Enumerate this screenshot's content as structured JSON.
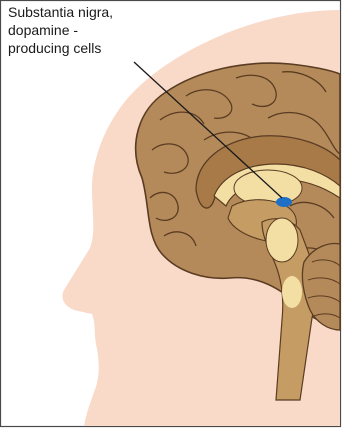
{
  "annotation": {
    "lines": [
      "Substantia nigra,",
      "dopamine -",
      "producing cells"
    ]
  },
  "colors": {
    "background": "#ffffff",
    "frame": "#4a4a4a",
    "skin": "#f9d9c8",
    "brain": "#b58a5a",
    "brain_outline": "#5a3c22",
    "brain_inner": "#a87a48",
    "deep_structures": "#f3dfa4",
    "brainstem": "#c59d64",
    "substantia_nigra": "#1f6fc7",
    "pointer_line": "#1a1a1a"
  }
}
